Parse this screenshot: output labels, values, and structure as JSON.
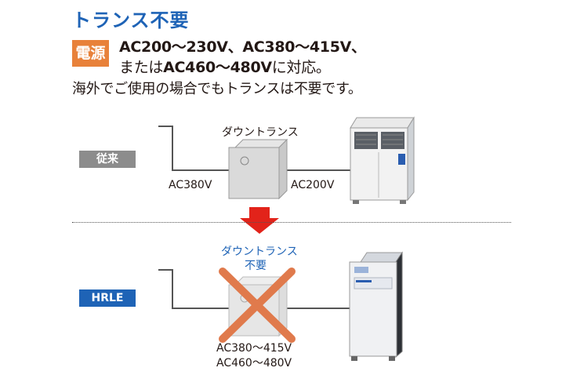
{
  "heading": "トランス不要",
  "power": {
    "badge": "電源",
    "line1": "AC200〜230V、AC380〜415V、",
    "line2_prefix": "または",
    "line2_bold": "AC460〜480V",
    "line2_suffix": "に対応。"
  },
  "note": "海外でご使用の場合でもトランスは不要です。",
  "conventional": {
    "label": "従来",
    "transformer_label": "ダウントランス",
    "input_voltage": "AC380V",
    "output_voltage": "AC200V"
  },
  "hrle": {
    "label": "HRLE",
    "transformer_label_line1": "ダウントランス",
    "transformer_label_line2": "不要",
    "voltage_line1": "AC380〜415V",
    "voltage_line2": "AC460〜480V"
  },
  "colors": {
    "accent_blue": "#1e63b6",
    "badge_orange": "#e8813a",
    "arrow_red": "#e2231a",
    "cross_orange": "#e07a4c"
  }
}
